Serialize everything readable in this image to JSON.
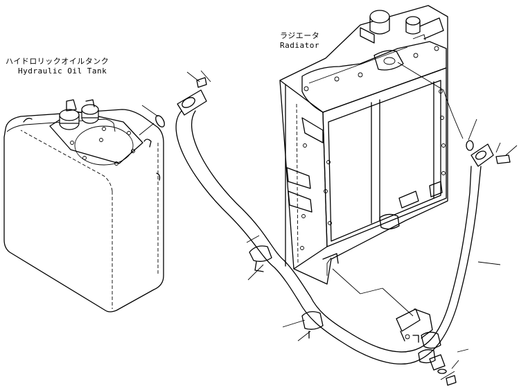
{
  "labels": {
    "tank": {
      "jp": "ハイドロリックオイルタンク",
      "en": "Hydraulic Oil Tank"
    },
    "radiator": {
      "jp": "ラジエータ",
      "en": "Radiator"
    }
  }
}
